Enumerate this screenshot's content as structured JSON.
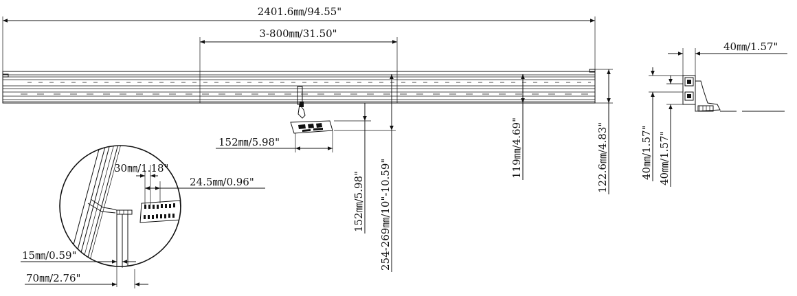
{
  "drawing": {
    "line_color": "#111111",
    "background": "#ffffff",
    "dimensions": {
      "total_length": "2401.6㎜/94.55\"",
      "segment_length": "3-800㎜/31.50\"",
      "step_width": "152㎜/5.98\"",
      "step_depth": "152㎜/5.98\"",
      "step_height_range": "254-269㎜/10\"-10.59\"",
      "rail_drop": "119㎜/4.69\"",
      "rail_height": "122.6㎜/4.83\"",
      "profile_width": "40㎜/1.57\"",
      "profile_height_a": "40㎜/1.57\"",
      "profile_height_b": "40㎜/1.57\"",
      "hole_pitch": "30㎜/1.18\"",
      "hole_spacing": "24.5㎜/0.96\"",
      "bracket_thickness": "15㎜/0.59\"",
      "bracket_width": "70㎜/2.76\""
    }
  }
}
